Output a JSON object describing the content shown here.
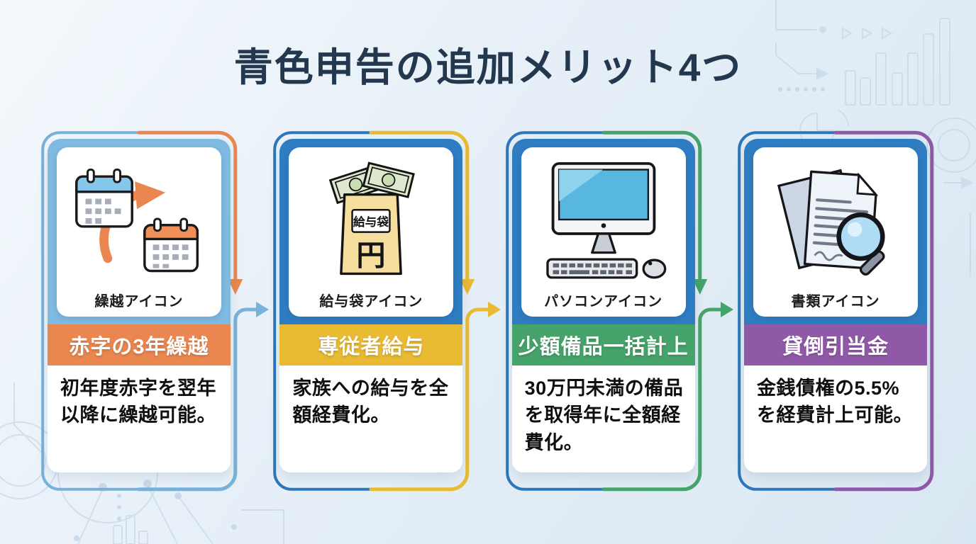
{
  "title": "青色申告の追加メリット4つ",
  "title_color": "#23384e",
  "cards": [
    {
      "icon": "carryover-calendar-icon",
      "icon_label": "繰越アイコン",
      "banner": "赤字の3年繰越",
      "description": "初年度赤字を翌年以降に繰越可能。",
      "accent": "#ea8750",
      "frame": "#79b2d9",
      "fill": "#7fbae0"
    },
    {
      "icon": "pay-envelope-icon",
      "icon_label": "給与袋アイコン",
      "banner": "専従者給与",
      "description": "家族への給与を全額経費化。",
      "accent": "#e9bb33",
      "frame": "#2c76bb",
      "fill": "#2e7cc2",
      "envelope_label": "給与袋",
      "envelope_symbol": "円"
    },
    {
      "icon": "computer-icon",
      "icon_label": "パソコンアイコン",
      "banner": "少額備品一括計上",
      "description": "30万円未満の備品を取得年に全額経費化。",
      "accent": "#46a46a",
      "frame": "#2c76bb",
      "fill": "#2e7cc2"
    },
    {
      "icon": "documents-icon",
      "icon_label": "書類アイコン",
      "banner": "貸倒引当金",
      "description": "金銭債権の5.5%を経費計上可能。",
      "accent": "#9059a8",
      "frame": "#2c76bb",
      "fill": "#2e7cc2"
    }
  ]
}
